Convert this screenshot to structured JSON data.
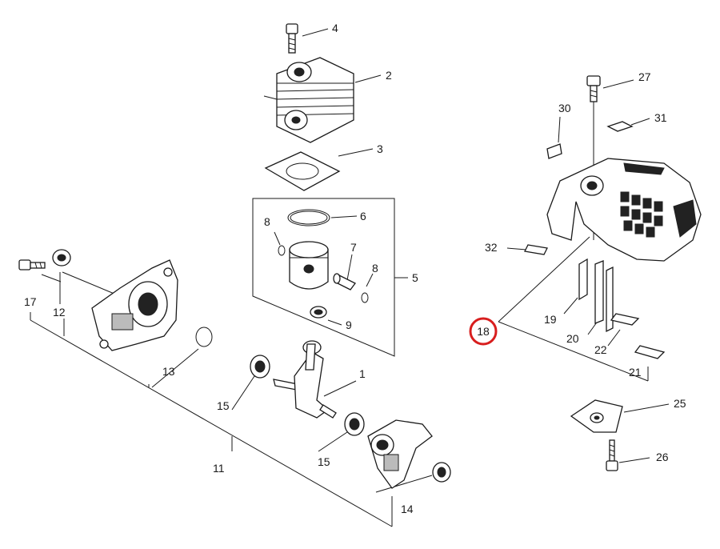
{
  "diagram": {
    "callouts": {
      "c1": "1",
      "c2": "2",
      "c3": "3",
      "c4": "4",
      "c5": "5",
      "c6": "6",
      "c7": "7",
      "c8a": "8",
      "c8b": "8",
      "c9": "9",
      "c11": "11",
      "c12": "12",
      "c13": "13",
      "c14": "14",
      "c15a": "15",
      "c15b": "15",
      "c17": "17",
      "c18": "18",
      "c19": "19",
      "c20": "20",
      "c21": "21",
      "c22": "22",
      "c25": "25",
      "c26": "26",
      "c27": "27",
      "c30": "30",
      "c31": "31",
      "c32": "32"
    },
    "highlight_color": "#d81e1e"
  }
}
